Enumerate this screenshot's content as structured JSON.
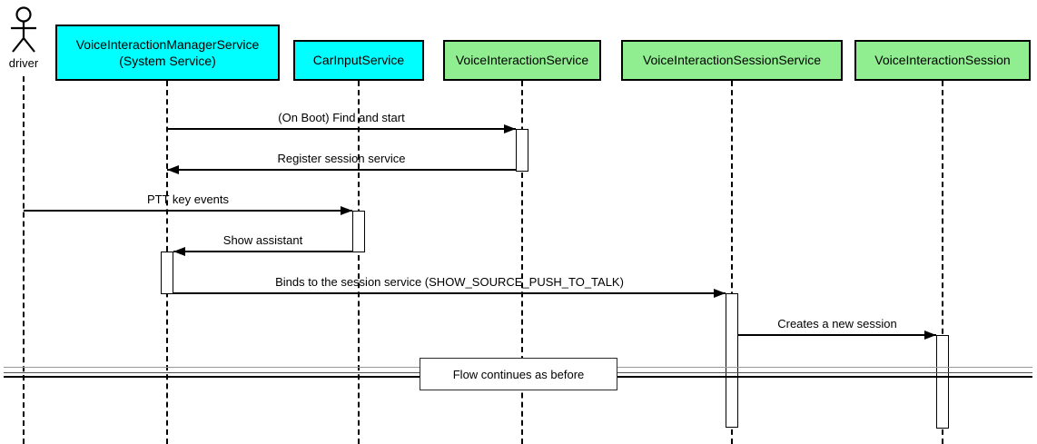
{
  "diagram": {
    "kind": "uml-sequence-diagram",
    "actor": {
      "name": "driver",
      "icon": "person-stick-figure"
    },
    "participants": [
      {
        "name": "VoiceInteractionManagerService",
        "sublabel": "(System Service)",
        "fill": "#00FFFF"
      },
      {
        "name": "CarInputService",
        "fill": "#00FFFF"
      },
      {
        "name": "VoiceInteractionService",
        "fill": "#90EE90"
      },
      {
        "name": "VoiceInteractionSessionService",
        "fill": "#90EE90"
      },
      {
        "name": "VoiceInteractionSession",
        "fill": "#90EE90"
      }
    ],
    "messages": [
      {
        "from": "VoiceInteractionManagerService",
        "to": "VoiceInteractionService",
        "label": "(On Boot) Find and start",
        "direction": "right"
      },
      {
        "from": "VoiceInteractionService",
        "to": "VoiceInteractionManagerService",
        "label": "Register session service",
        "direction": "left"
      },
      {
        "from": "driver",
        "to": "CarInputService",
        "label": "PTT key events",
        "direction": "right"
      },
      {
        "from": "CarInputService",
        "to": "VoiceInteractionManagerService",
        "label": "Show assistant",
        "direction": "left"
      },
      {
        "from": "VoiceInteractionManagerService",
        "to": "VoiceInteractionSessionService",
        "label": "Binds to the session service (SHOW_SOURCE_PUSH_TO_TALK)",
        "direction": "right"
      },
      {
        "from": "VoiceInteractionSessionService",
        "to": "VoiceInteractionSession",
        "label": "Creates a new session",
        "direction": "right"
      }
    ],
    "divider": {
      "label": "Flow continues as before"
    },
    "colors": {
      "participant_cyan": "#00FFFF",
      "participant_green": "#90EE90",
      "line": "#000000",
      "background": "#FFFFFF",
      "activation_fill": "#FFFFFF"
    }
  }
}
